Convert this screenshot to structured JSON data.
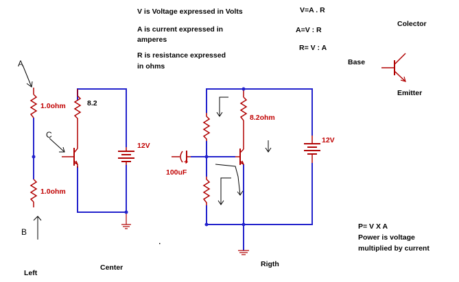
{
  "notes": {
    "voltage": "V is Voltage expressed in Volts",
    "current_1": "A is current expressed in",
    "current_2": "amperes",
    "resistance_1": "R is resistance expressed",
    "resistance_2": "in ohms",
    "formula_v": "V=A . R",
    "formula_a": "A=V : R",
    "formula_r": "R= V : A",
    "power_1": "P= V X A",
    "power_2": "Power is voltage",
    "power_3": "multiplied by current"
  },
  "transistor_legend": {
    "collector": "Colector",
    "base": "Base",
    "emitter": "Emitter"
  },
  "sections": {
    "left": "Left",
    "center": "Center",
    "right": "Rigth"
  },
  "points": {
    "a": "A",
    "b": "B",
    "c": "C"
  },
  "components": {
    "left_r_top": "1.0ohm",
    "left_r_bottom": "1.0ohm",
    "center_r": "8.2",
    "center_battery": "12V",
    "right_r": "8.2ohm",
    "right_battery": "12V",
    "right_capacitor": "100uF",
    "capacitor_plus": "+"
  },
  "colors": {
    "wire": "#2222cc",
    "component": "#b00000",
    "label_red": "#c00000",
    "ground": "#b00000"
  }
}
